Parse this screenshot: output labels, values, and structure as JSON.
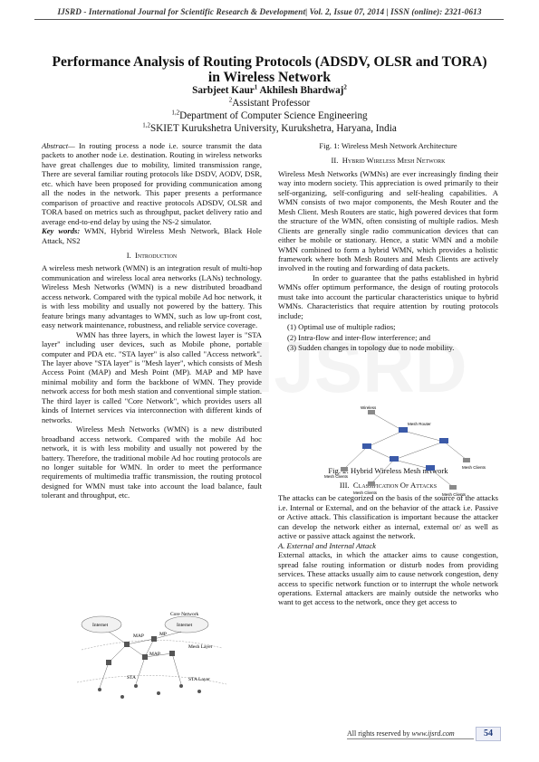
{
  "header": "IJSRD - International Journal for Scientific Research & Development| Vol. 2, Issue 07, 2014 | ISSN (online): 2321-0613",
  "title_line1": "Performance Analysis of Routing Protocols (ADSDV, OLSR and TORA)",
  "title_line2": "in Wireless Network",
  "author1": "Sarbjeet Kaur",
  "author1_sup": "1",
  "author2": "Akhilesh Bhardwaj",
  "author2_sup": "2",
  "aff1_sup": "2",
  "aff1": "Assistant Professor",
  "aff2_sup": "1,2",
  "aff2": "Department of Computer Science Engineering",
  "aff3_sup": "1,2",
  "aff3": "SKIET Kurukshetra University, Kurukshetra, Haryana, India",
  "abstract_label": "Abstract—",
  "abstract": " In routing process a node i.e. source transmit the data packets to another node i.e. destination. Routing in wireless networks have great challenges due to mobility, limited transmission range, There are several familiar routing protocols like DSDV, AODV, DSR, etc. which have been proposed for providing communication among all the nodes in the network. This paper presents a performance comparison of proactive and reactive protocols ADSDV, OLSR and TORA based on metrics such as throughput, packet delivery ratio and average end-to-end delay by using the NS-2 simulator.",
  "keywords_label": "Key words:",
  "keywords": " WMN, Hybrid Wireless Mesh Network, Black Hole Attack, NS2",
  "sec1_num": "I.",
  "sec1_title": "Introduction",
  "intro_p1": "A wireless mesh network (WMN) is an integration result of multi-hop communication and wireless local area networks (LANs) technology. Wireless Mesh Networks (WMN) is a new distributed broadband access network. Compared with the typical mobile Ad hoc network, it is with less mobility and usually not powered by the battery. This feature brings many advantages to WMN, such as low up-front cost, easy network maintenance, robustness, and reliable service coverage.",
  "intro_p2": "WMN has three layers, in which the lowest layer is \"STA layer\" including user devices, such as Mobile phone, portable computer and PDA etc. \"STA layer\" is also called \"Access network\". The layer above \"STA layer\" is \"Mesh layer\", which consists of Mesh Access Point (MAP) and Mesh Point (MP). MAP and MP have minimal mobility and form the backbone of WMN. They provide network access for both mesh station and conventional simple station. The third layer is called \"Core Network\", which provides users all kinds of Internet services via interconnection with different kinds of networks.",
  "intro_p3": "Wireless Mesh Networks (WMN) is a new distributed broadband access network. Compared with the mobile Ad hoc network, it is with less mobility and usually not powered by the battery. Therefore, the traditional mobile Ad hoc routing protocols are no longer suitable for WMN. In order to meet the performance requirements of multimedia traffic transmission, the routing protocol designed for WMN must take into account the load balance, fault tolerant and throughput, etc.",
  "fig1_labels": {
    "core": "Core Network",
    "internet1": "Internet",
    "internet2": "Internet",
    "map": "MAP",
    "mp": "MP",
    "map2": "MAP",
    "mesh": "Mesh Layer",
    "sta": "STA",
    "stalayer": "STA Layer"
  },
  "fig1_caption": "Fig. 1: Wireless Mesh Network Architecture",
  "sec2_num": "II.",
  "sec2_title": "Hybrid Wireless Mesh Network",
  "hwmn_p1": "Wireless Mesh Networks (WMNs) are ever increasingly finding their way into modern society. This appreciation is owed primarily to their self-organizing, self-configuring and self-healing capabilities. A WMN consists of two major components, the Mesh Router and the Mesh Client. Mesh Routers are static, high powered devices that form the structure of the WMN, often consisting of multiple radios. Mesh Clients are generally single radio communication devices that can either be mobile or stationary. Hence, a static WMN and a mobile WMN combined to form a hybrid WMN, which provides a holistic framework where both Mesh Routers and Mesh Clients are actively involved in the routing and forwarding of data packets.",
  "hwmn_p2": "In order to guarantee that the paths established in hybrid WMNs offer optimum performance, the design of routing protocols must take into account the particular characteristics unique to hybrid WMNs. Characteristics that require attention by routing protocols include;",
  "hwmn_list": [
    "(1)  Optimal use of multiple radios;",
    "(2)  Intra-flow and inter-flow interference; and",
    "(3)  Sudden changes in topology due to node mobility."
  ],
  "fig2_labels": {
    "wireless": "Wireless",
    "mesh_router": "Mesh Router",
    "mesh_client1": "Mesh Clients",
    "mesh_client2": "Mesh Clients",
    "mesh_client3": "Mesh Clients",
    "mesh_client4": "Mesh Clients"
  },
  "fig2_caption": "Fig. 2: Hybrid Wireless Mesh network",
  "sec3_num": "III.",
  "sec3_title": "Classification Of Attacks",
  "attacks_p1": "The attacks can be categorized on the basis of the source of the attacks i.e. Internal or External, and on the behavior of the attack i.e. Passive or Active attack. This classification is important because the attacker can develop the network either as internal, external or/ as well as active or passive attack against the network.",
  "subsec_a": "A.    External and Internal Attack",
  "attacks_p2": "External attacks, in which the attacker aims to cause congestion, spread false routing information or disturb nodes from providing services. These attacks usually aim to cause network congestion, deny access to specific network function or to interrupt the whole network operations. External attackers are mainly outside the networks who want to get access to the network, once they get access to",
  "footer_text": "All rights reserved by ",
  "footer_site": "www.ijsrd.com",
  "page_number": "54"
}
